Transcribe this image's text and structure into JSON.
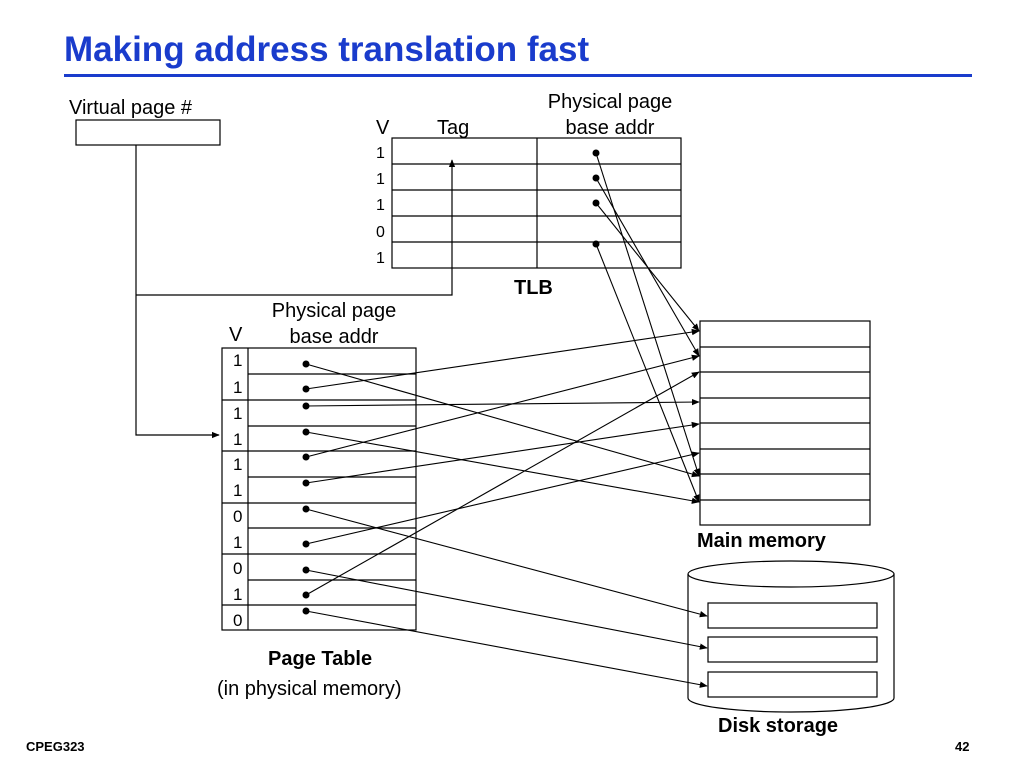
{
  "title": "Making address translation fast",
  "virtual_page_label": "Virtual page #",
  "tlb": {
    "valid_header": "V",
    "tag_header": "Tag",
    "addr_header": [
      "Physical page",
      "base addr"
    ],
    "valid_bits": [
      "1",
      "1",
      "1",
      "0",
      "1"
    ],
    "caption": "TLB"
  },
  "page_table": {
    "valid_header": "V",
    "addr_header": [
      "Physical page",
      "base addr"
    ],
    "valid_bits": [
      "1",
      "1",
      "1",
      "1",
      "1",
      "1",
      "0",
      "1",
      "0",
      "1",
      "0"
    ],
    "caption": [
      "Page Table",
      "(in physical memory)"
    ]
  },
  "main_memory": {
    "label": "Main memory"
  },
  "disk": {
    "label": "Disk storage"
  },
  "footer": {
    "left": "CPEG323",
    "right": "42"
  },
  "colors": {
    "title": "#1a3ccc"
  }
}
